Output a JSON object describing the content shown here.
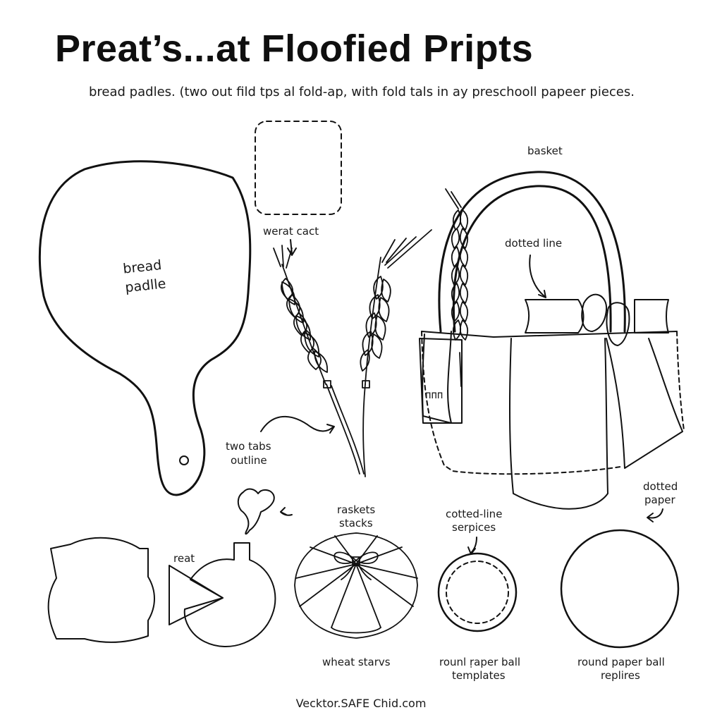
{
  "header": {
    "title": "Preat’s...at Floofied Pripts",
    "subtitle": "bread padles. (two out fild tps al fold-ap, with fold tals in ay preschooll papeer pieces."
  },
  "labels": {
    "bread_paddle_1": "bread",
    "bread_paddle_2": "padlle",
    "wheat_cact": "werat cact",
    "basket": "basket",
    "dotted_line": "dotted line",
    "two_tabs_1": "two tabs",
    "two_tabs_2": "outline",
    "dotted_paper_1": "dotted",
    "dotted_paper_2": "paper",
    "raskets_1": "raskets",
    "raskets_2": "stacks",
    "cotted_1": "cotted-line",
    "cotted_2": "serpices",
    "reat": "reat",
    "wheat_starvs": "wheat starvs",
    "round_template_1": "rounl ṛaper ball",
    "round_template_2": "templates",
    "round_replires_1": "round paper ball",
    "round_replires_2": "replires",
    "basket_tag": "ᴨᴨᴨ"
  },
  "footer": {
    "text": "Vecktor.SAFE Chid.com"
  },
  "colors": {
    "ink": "#111111",
    "background": "#ffffff"
  }
}
